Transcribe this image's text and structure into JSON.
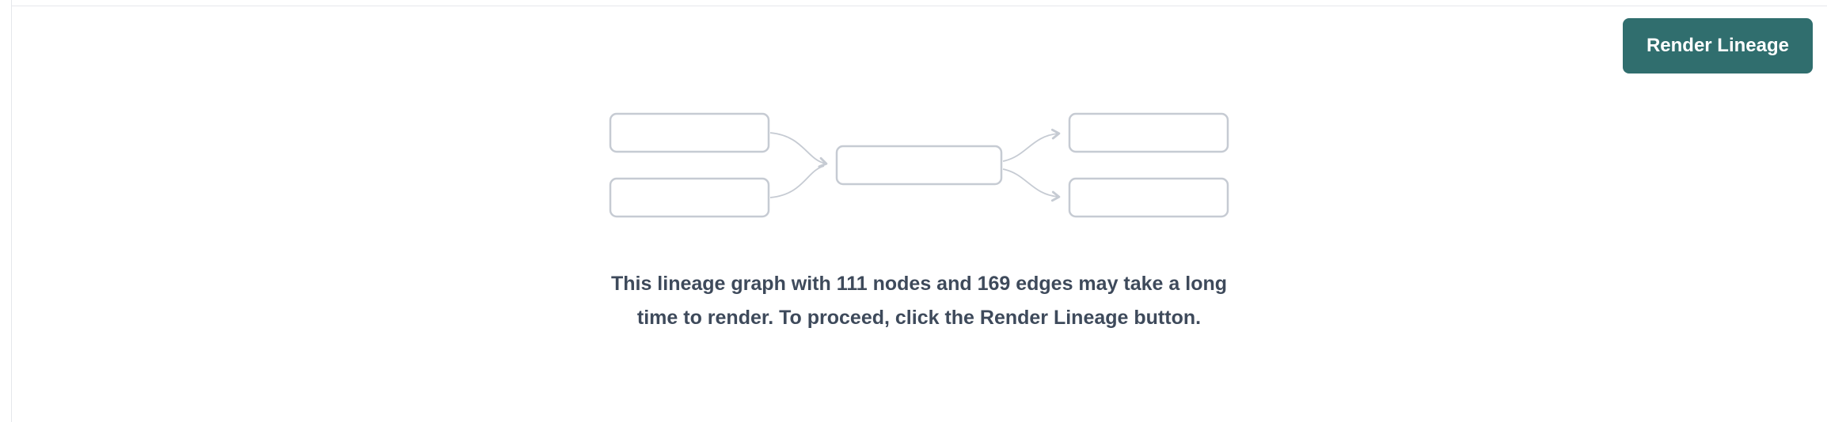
{
  "header": {
    "render_button_label": "Render Lineage"
  },
  "message": {
    "text": "This lineage graph with 111 nodes and 169 edges may take a long time to render. To proceed, click the Render Lineage button."
  },
  "graph_stats": {
    "nodes": 111,
    "edges": 169
  },
  "colors": {
    "button_bg": "#306e6e",
    "button_text": "#ffffff",
    "graph_stroke": "#c6cbd3",
    "message_text": "#3e4a5b",
    "divider": "#e5e7eb"
  }
}
